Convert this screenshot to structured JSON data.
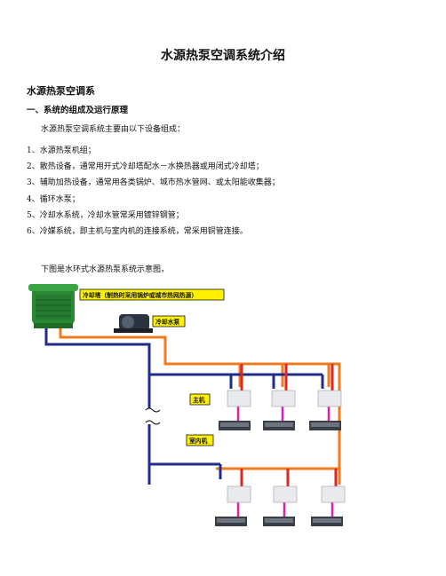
{
  "doc": {
    "title": "水源热泵空调系统介绍",
    "section_heading": "水源热泵空调系",
    "subsection_heading": "一、系统的组成及运行原理",
    "intro": "水源热泵空调系统主要由以下设备组成：",
    "items": [
      "1、水源热泵机组；",
      "2、散热设备，通常用开式冷却塔配水－水换热器或用闭式冷却塔；",
      "3、辅助加热设备，通常用各类锅炉、城市热水管网、或太阳能收集器；",
      "4、循环水泵；",
      "5、冷却水系统，冷却水管常采用镀锌钢管；",
      "6、冷媒系统，即主机与室内机的连接系统，常采用铜管连接。"
    ],
    "diagram_caption": "下图是水环式水源热泵系统示意图，"
  },
  "diagram": {
    "label_tower": "冷却塔（制热时采用锅炉或城市热网热源）",
    "label_pump": "冷却水泵",
    "label_main": "主机",
    "label_indoor": "室内机",
    "colors": {
      "supply_pipe": "#f07a1f",
      "return_pipe": "#1f2d8a",
      "hot_branch": "#e0261e",
      "refrigerant": "#e21fb0",
      "label_bg": "#fff200",
      "tower": "#2a8a33"
    }
  }
}
